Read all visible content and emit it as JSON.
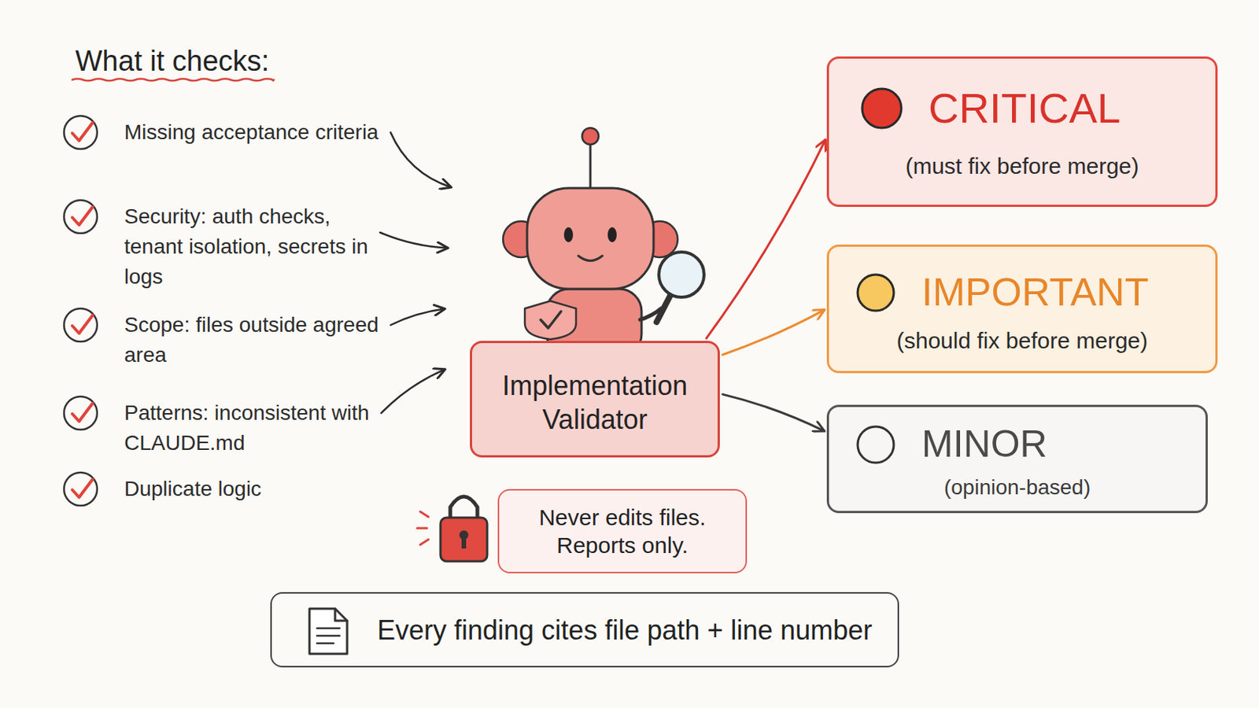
{
  "diagram": {
    "title": "What it checks:",
    "nodes": [
      {
        "text": [
          "Implementation Validator"
        ]
      },
      {
        "text": [
          "CRITICAL",
          "(must fix before merge)"
        ]
      },
      {
        "text": [
          "IMPORTANT",
          "(should fix before merge)"
        ]
      },
      {
        "text": [
          "MINOR",
          "(opinion-based)"
        ]
      },
      {
        "text": [
          "Never edits files. Reports only."
        ]
      },
      {
        "text": [
          "Every finding cites file path + line number"
        ]
      }
    ],
    "edges": [
      {
        "from": 0,
        "to": 1,
        "arrow": "to"
      },
      {
        "from": 0,
        "to": 2,
        "arrow": "to"
      },
      {
        "from": 0,
        "to": 3,
        "arrow": "to"
      }
    ],
    "labels": [
      "Missing acceptance criteria",
      "Security: auth checks, tenant isolation, secrets in logs",
      "Scope: files outside agreed area",
      "Patterns: inconsistent with CLAUDE.md",
      "Duplicate logic"
    ]
  }
}
